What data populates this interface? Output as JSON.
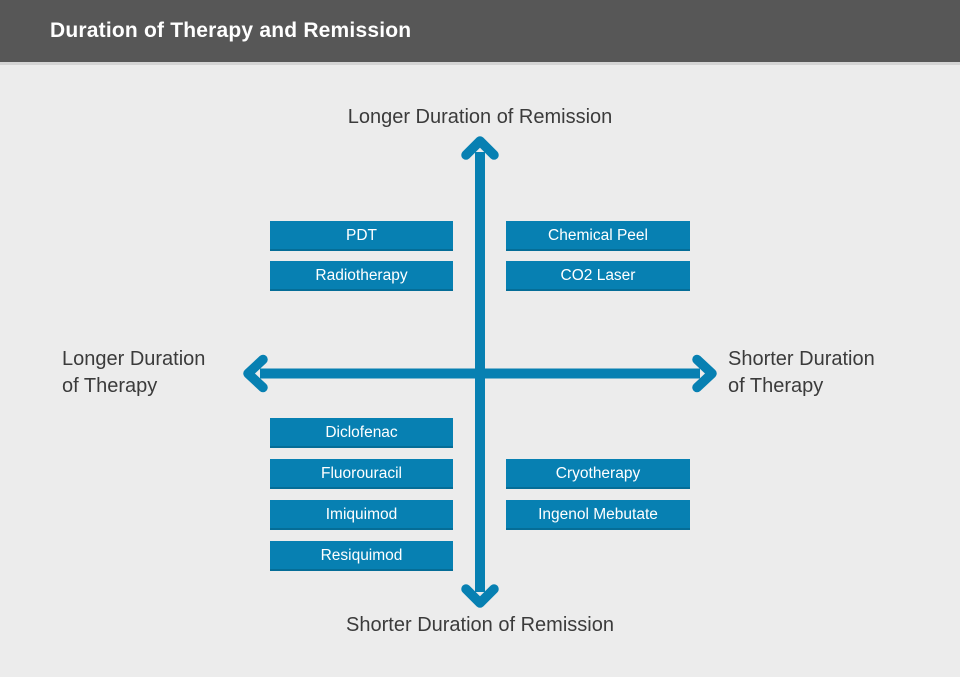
{
  "header": {
    "title": "Duration of Therapy and Remission"
  },
  "axes": {
    "top_label": "Longer Duration of Remission",
    "bottom_label": "Shorter Duration of Remission",
    "left_label": {
      "line1": "Longer Duration",
      "line2": "of Therapy"
    },
    "right_label": {
      "line1": "Shorter Duration",
      "line2": "of Therapy"
    }
  },
  "quadrants": {
    "top_left": {
      "items": [
        "PDT",
        "Radiotherapy"
      ]
    },
    "top_right": {
      "items": [
        "Chemical Peel",
        "CO2 Laser"
      ]
    },
    "bottom_left": {
      "items": [
        "Diclofenac",
        "Fluorouracil",
        "Imiquimod",
        "Resiquimod"
      ]
    },
    "bottom_right": {
      "items": [
        "Cryotherapy",
        "Ingenol Mebutate"
      ]
    }
  },
  "colors": {
    "accent_blue": "#0780B2",
    "header_bg": "#575757",
    "body_bg": "#ECECEC",
    "label_text": "#3B3B3B",
    "box_text": "#FFFFFF",
    "divider": "#D4D4D4"
  }
}
